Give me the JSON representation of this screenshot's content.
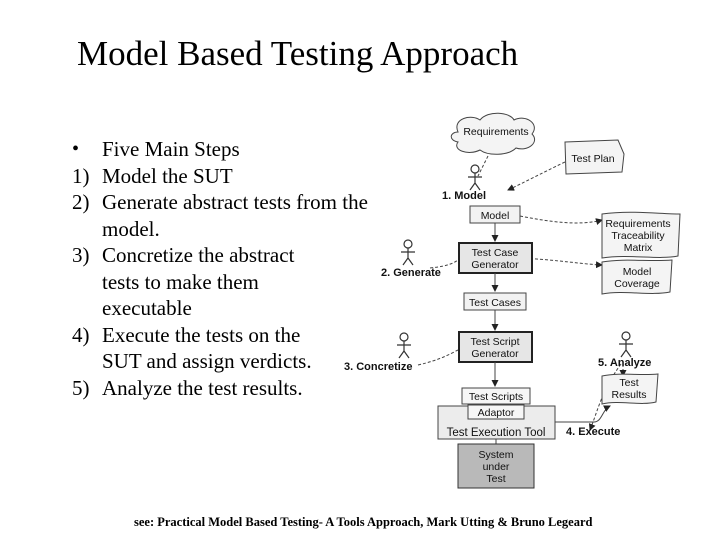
{
  "slide": {
    "title": "Model Based Testing Approach",
    "bullets": [
      {
        "marker": "•",
        "text": "Five Main Steps"
      },
      {
        "marker": "1)",
        "text": "Model the SUT"
      },
      {
        "marker": "2)",
        "text": "Generate abstract tests from the model."
      },
      {
        "marker": "3)",
        "text": "Concretize the abstract tests to make them executable"
      },
      {
        "marker": "4)",
        "text": "Execute the tests on the SUT and assign verdicts."
      },
      {
        "marker": "5)",
        "text": "Analyze the test results."
      }
    ],
    "citation": "see: Practical Model Based Testing- A Tools Approach, Mark Utting & Bruno Legeard"
  },
  "diagram": {
    "requirements": "Requirements",
    "test_plan": "Test Plan",
    "step1": "1. Model",
    "model": "Model",
    "traceability": [
      "Requirements",
      "Traceability",
      "Matrix"
    ],
    "coverage": [
      "Model",
      "Coverage"
    ],
    "step2": "2. Generate",
    "test_case_generator": [
      "Test Case",
      "Generator"
    ],
    "test_cases": "Test Cases",
    "test_script_generator": [
      "Test Script",
      "Generator"
    ],
    "step3": "3. Concretize",
    "step5": "5. Analyze",
    "test_results": [
      "Test",
      "Results"
    ],
    "test_scripts": "Test Scripts",
    "adaptor": "Adaptor",
    "execution_tool": "Test Execution Tool",
    "step4": "4. Execute",
    "sut": [
      "System",
      "under",
      "Test"
    ]
  }
}
